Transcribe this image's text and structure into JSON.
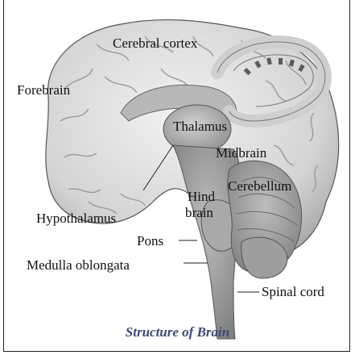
{
  "labels": {
    "cerebral_cortex": "Cerebral cortex",
    "forebrain": "Forebrain",
    "thalamus": "Thalamus",
    "midbrain": "Midbrain",
    "cerebellum": "Cerebellum",
    "hind_brain_line1": "Hind",
    "hind_brain_line2": "brain",
    "hypothalamus": "Hypothalamus",
    "pons": "Pons",
    "medulla_oblongata": "Medulla oblongata",
    "spinal_cord": "Spinal cord"
  },
  "caption": "Structure of Brain",
  "colors": {
    "caption": "#3c4a7a",
    "brain_fill": "#d7d7d7",
    "brain_shade": "#9a9a9a",
    "outline": "#222222"
  }
}
